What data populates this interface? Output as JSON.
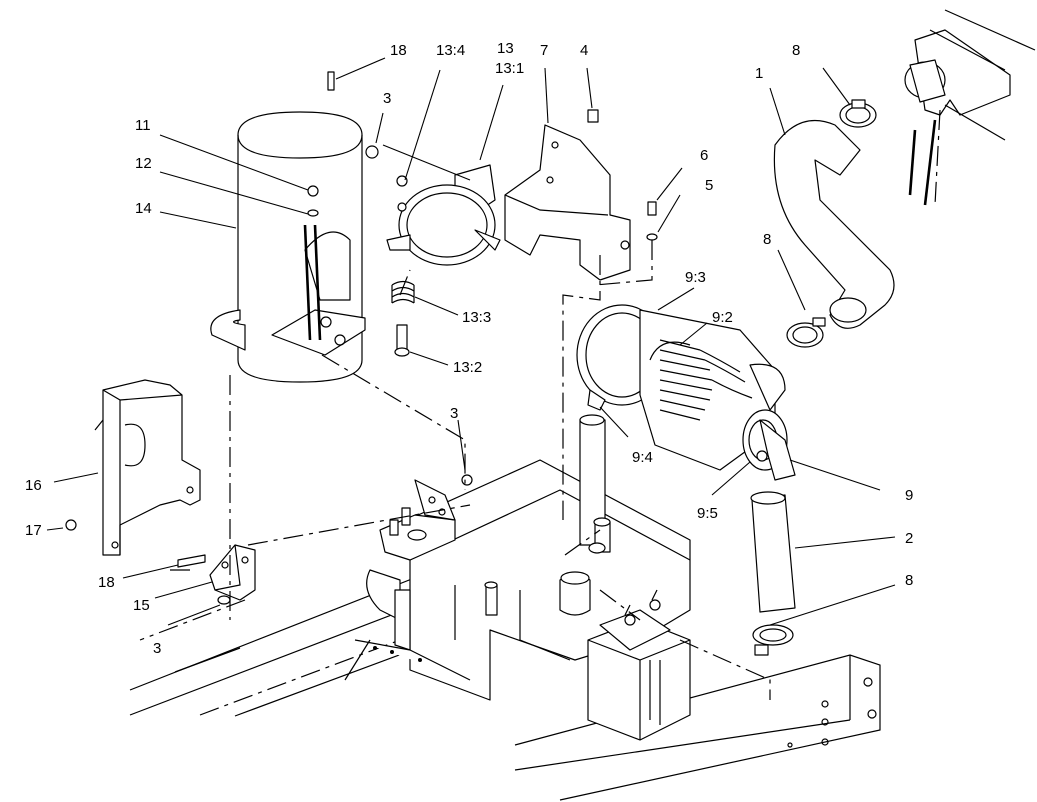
{
  "labels": {
    "l1": "1",
    "l2": "2",
    "l3a": "3",
    "l3b": "3",
    "l3c": "3",
    "l4": "4",
    "l5": "5",
    "l6": "6",
    "l7": "7",
    "l8a": "8",
    "l8b": "8",
    "l8c": "8",
    "l9": "9",
    "l9_2": "9:2",
    "l9_3": "9:3",
    "l9_4": "9:4",
    "l9_5": "9:5",
    "l11": "11",
    "l12": "12",
    "l13": "13",
    "l13_1": "13:1",
    "l13_2": "13:2",
    "l13_3": "13:3",
    "l13_4": "13:4",
    "l14": "14",
    "l15": "15",
    "l16": "16",
    "l17": "17",
    "l18a": "18",
    "l18b": "18"
  }
}
